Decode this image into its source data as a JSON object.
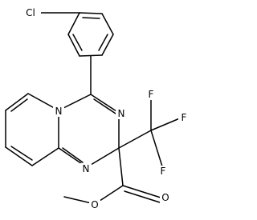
{
  "molecule": {
    "atoms": {
      "cl": "Cl",
      "n_ring": "N",
      "n_upper": "N",
      "n_lower": "N",
      "f_top": "F",
      "f_right": "F",
      "f_bottom": "F",
      "o_carbonyl": "O",
      "o_ester": "O"
    }
  },
  "colors": {
    "bond": "#000000",
    "label": "#000000",
    "background": "#ffffff"
  }
}
